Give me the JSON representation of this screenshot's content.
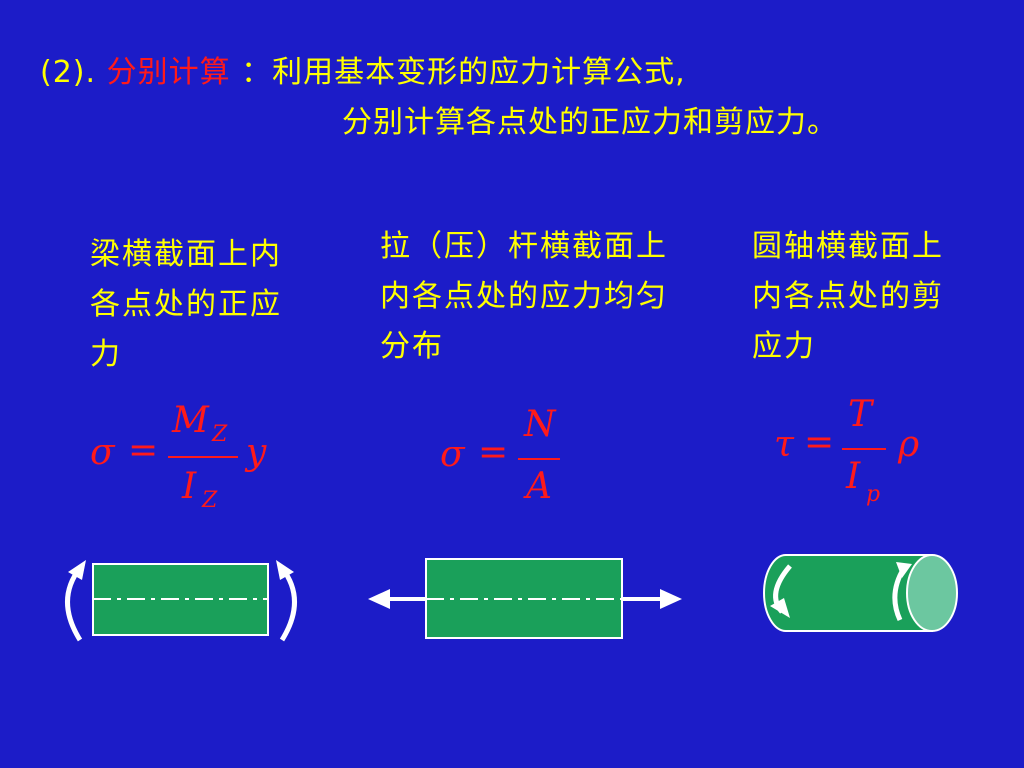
{
  "header": {
    "number": "(2).",
    "keyword": "分别计算",
    "line1": "：利用基本变形的应力计算公式,",
    "line2": "分别计算各点处的正应力和剪应力。"
  },
  "beam": {
    "description": "梁横截面上内各点处的正应力",
    "formula": {
      "lhs": "σ",
      "eq": "=",
      "num": "M",
      "num_sub": "Z",
      "den": "I",
      "den_sub": "Z",
      "tail": "y"
    }
  },
  "bar": {
    "description": "拉（压）杆横截面上内各点处的应力均匀分布",
    "formula": {
      "lhs": "σ",
      "eq": "=",
      "num": "N",
      "den": "A"
    }
  },
  "shaft": {
    "description": "圆轴横截面上内各点处的剪应力",
    "formula": {
      "lhs": "τ",
      "eq": "=",
      "num": "T",
      "den": "I",
      "den_sub": "p",
      "tail": "ρ"
    }
  },
  "colors": {
    "background": "#1c1cc8",
    "text": "#ffff00",
    "accent": "#ff1a1a",
    "member_fill": "#1aa05a",
    "shaft_end": "#6cc7a0",
    "arrow": "#ffffff"
  }
}
